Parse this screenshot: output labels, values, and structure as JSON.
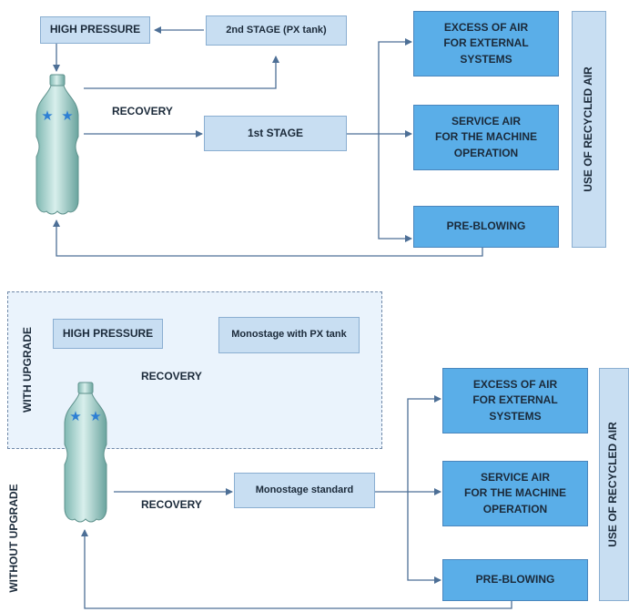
{
  "top": {
    "high_pressure": "HIGH PRESSURE",
    "stage2": "2nd STAGE (PX tank)",
    "stage1": "1st STAGE",
    "recovery": "RECOVERY",
    "excess_air": "EXCESS OF AIR\nFOR EXTERNAL\nSYSTEMS",
    "service_air": "SERVICE AIR\nFOR THE MACHINE\nOPERATION",
    "pre_blowing": "PRE-BLOWING",
    "use_recycled": "USE OF RECYCLED AIR"
  },
  "bottom": {
    "with_upgrade": "WITH UPGRADE",
    "without_upgrade": "WITHOUT UPGRADE",
    "high_pressure": "HIGH PRESSURE",
    "monostage_px": "Monostage with PX tank",
    "recovery_upper": "RECOVERY",
    "recovery_lower": "RECOVERY",
    "monostage_std": "Monostage standard",
    "excess_air": "EXCESS OF AIR\nFOR EXTERNAL\nSYSTEMS",
    "service_air": "SERVICE AIR\nFOR THE MACHINE\nOPERATION",
    "pre_blowing": "PRE-BLOWING",
    "use_recycled": "USE OF RECYCLED AIR"
  },
  "colors": {
    "light_box": "#c8def2",
    "blue_box": "#5aaee8",
    "line": "#4d6f96",
    "zone_fill": "#eaf3fc"
  }
}
